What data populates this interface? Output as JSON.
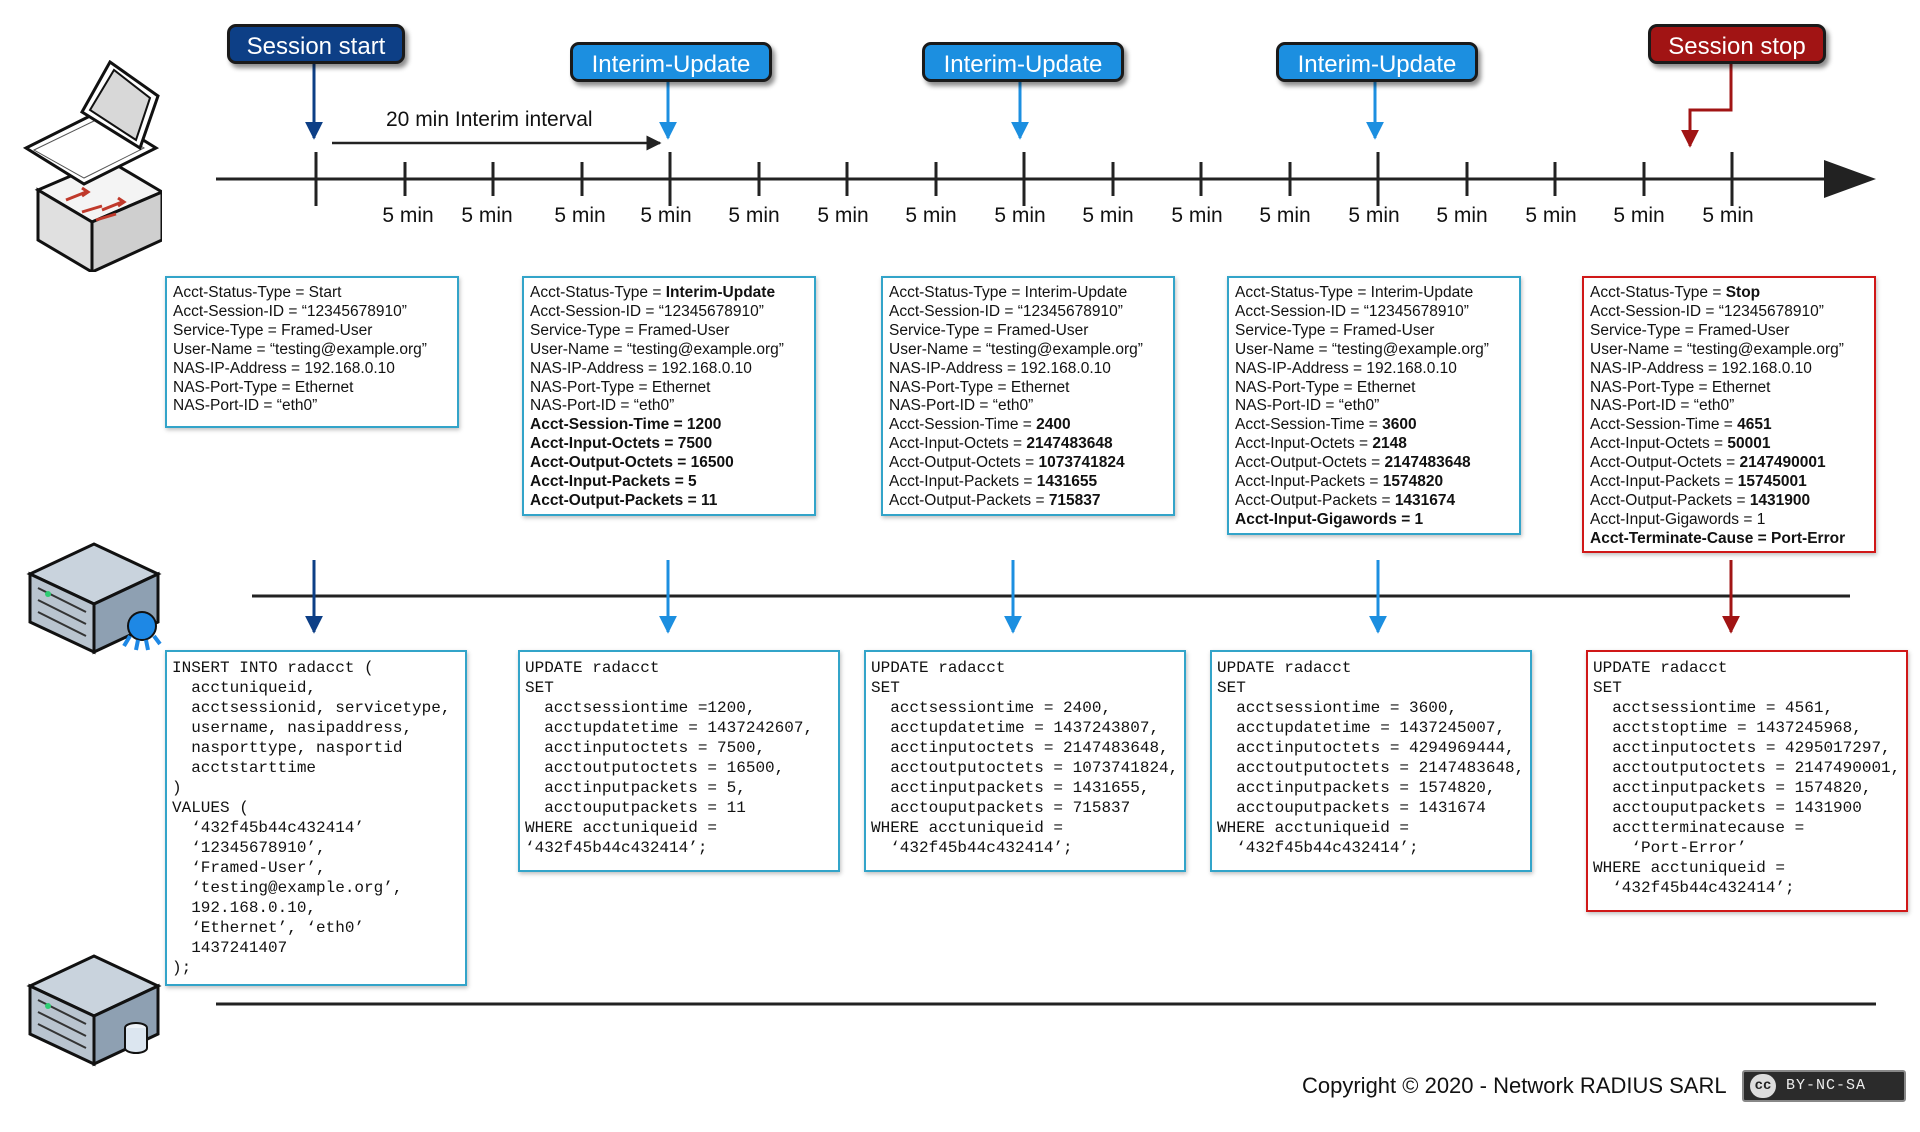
{
  "events": [
    {
      "label": "Session start",
      "kind": "start"
    },
    {
      "label": "Interim-Update",
      "kind": "interim"
    },
    {
      "label": "Interim-Update",
      "kind": "interim"
    },
    {
      "label": "Interim-Update",
      "kind": "interim"
    },
    {
      "label": "Session stop",
      "kind": "stop"
    }
  ],
  "interval_label": "20 min Interim interval",
  "tick_labels": [
    "5 min",
    "5 min",
    "5 min",
    "5 min",
    "5 min",
    "5 min",
    "5 min",
    "5 min",
    "5 min",
    "5 min",
    "5 min",
    "5 min",
    "5 min",
    "5 min",
    "5 min",
    "5 min"
  ],
  "colors": {
    "start": "#0d3f86",
    "interim": "#1c8fe0",
    "stop": "#a11414",
    "box_border": "#33a4c9",
    "stop_border": "#d01818"
  },
  "icons": [
    "nas-laptop-icon",
    "radius-server-icon",
    "database-server-icon"
  ],
  "attribute_boxes": [
    {
      "lines": [
        {
          "t": "Acct-Status-Type = Start"
        },
        {
          "t": "Acct-Session-ID = “12345678910”"
        },
        {
          "t": "Service-Type = Framed-User"
        },
        {
          "t": "User-Name = “testing@example.org”"
        },
        {
          "t": "NAS-IP-Address = 192.168.0.10"
        },
        {
          "t": "NAS-Port-Type = Ethernet"
        },
        {
          "t": "NAS-Port-ID = “eth0”"
        }
      ]
    },
    {
      "lines": [
        {
          "t": "Acct-Status-Type = ",
          "b": "Interim-Update"
        },
        {
          "t": "Acct-Session-ID = “12345678910”"
        },
        {
          "t": "Service-Type = Framed-User"
        },
        {
          "t": "User-Name = “testing@example.org”"
        },
        {
          "t": "NAS-IP-Address = 192.168.0.10"
        },
        {
          "t": "NAS-Port-Type = Ethernet"
        },
        {
          "t": "NAS-Port-ID = “eth0”"
        },
        {
          "t": "",
          "b": "Acct-Session-Time = 1200"
        },
        {
          "t": "",
          "b": "Acct-Input-Octets = 7500"
        },
        {
          "t": "",
          "b": "Acct-Output-Octets = 16500"
        },
        {
          "t": "",
          "b": "Acct-Input-Packets = 5"
        },
        {
          "t": "",
          "b": "Acct-Output-Packets = 11"
        }
      ]
    },
    {
      "lines": [
        {
          "t": "Acct-Status-Type = Interim-Update"
        },
        {
          "t": "Acct-Session-ID = “12345678910”"
        },
        {
          "t": "Service-Type = Framed-User"
        },
        {
          "t": "User-Name = “testing@example.org”"
        },
        {
          "t": "NAS-IP-Address = 192.168.0.10"
        },
        {
          "t": "NAS-Port-Type = Ethernet"
        },
        {
          "t": "NAS-Port-ID = “eth0”"
        },
        {
          "t": "Acct-Session-Time = ",
          "b": "2400"
        },
        {
          "t": "Acct-Input-Octets = ",
          "b": "2147483648"
        },
        {
          "t": "Acct-Output-Octets = ",
          "b": "1073741824"
        },
        {
          "t": "Acct-Input-Packets = ",
          "b": "1431655"
        },
        {
          "t": "Acct-Output-Packets = ",
          "b": "715837"
        }
      ]
    },
    {
      "lines": [
        {
          "t": "Acct-Status-Type = Interim-Update"
        },
        {
          "t": "Acct-Session-ID = “12345678910”"
        },
        {
          "t": "Service-Type = Framed-User"
        },
        {
          "t": "User-Name = “testing@example.org”"
        },
        {
          "t": "NAS-IP-Address = 192.168.0.10"
        },
        {
          "t": "NAS-Port-Type = Ethernet"
        },
        {
          "t": "NAS-Port-ID = “eth0”"
        },
        {
          "t": "Acct-Session-Time = ",
          "b": "3600"
        },
        {
          "t": "Acct-Input-Octets = ",
          "b": "2148"
        },
        {
          "t": "Acct-Output-Octets = ",
          "b": "2147483648"
        },
        {
          "t": "Acct-Input-Packets = ",
          "b": "1574820"
        },
        {
          "t": "Acct-Output-Packets = ",
          "b": "1431674"
        },
        {
          "t": "",
          "b": "Acct-Input-Gigawords = 1"
        }
      ]
    },
    {
      "lines": [
        {
          "t": "Acct-Status-Type = ",
          "b": "Stop"
        },
        {
          "t": "Acct-Session-ID = “12345678910”"
        },
        {
          "t": "Service-Type = Framed-User"
        },
        {
          "t": "User-Name = “testing@example.org”"
        },
        {
          "t": "NAS-IP-Address = 192.168.0.10"
        },
        {
          "t": "NAS-Port-ID = “eth0”",
          "hide": true
        },
        {
          "t": "NAS-Port-Type = Ethernet"
        },
        {
          "t": "NAS-Port-ID = “eth0”"
        },
        {
          "t": "Acct-Session-Time = ",
          "b": "4651"
        },
        {
          "t": "Acct-Input-Octets = ",
          "b": "50001"
        },
        {
          "t": "Acct-Output-Octets = ",
          "b": "2147490001"
        },
        {
          "t": "Acct-Input-Packets = ",
          "b": "15745001"
        },
        {
          "t": "Acct-Output-Packets = ",
          "b": "1431900"
        },
        {
          "t": "Acct-Input-Gigawords = 1"
        },
        {
          "t": "",
          "b": "Acct-Terminate-Cause = Port-Error"
        }
      ]
    }
  ],
  "sql_boxes": [
    {
      "lines": [
        "INSERT INTO radacct (",
        "  acctuniqueid,",
        "  acctsessionid, servicetype,",
        "  username, nasipaddress,",
        "  nasporttype, nasportid",
        "  acctstarttime",
        ")",
        "VALUES (",
        "  ‘432f45b44c432414’",
        "  ‘12345678910’,",
        "  ‘Framed-User’,",
        "  ‘testing@example.org’,",
        "  192.168.0.10,",
        "  ‘Ethernet’, ‘eth0’",
        "  1437241407",
        ");"
      ]
    },
    {
      "lines": [
        "UPDATE radacct",
        "SET",
        "  acctsessiontime =1200,",
        "  acctupdatetime = 1437242607,",
        "  acctinputoctets = 7500,",
        "  acctoutputoctets = 16500,",
        "  acctinputpackets = 5,",
        "  acctouputpackets = 11",
        "WHERE acctuniqueid =",
        "‘432f45b44c432414’;"
      ]
    },
    {
      "lines": [
        "UPDATE radacct",
        "SET",
        "  acctsessiontime = 2400,",
        "  acctupdatetime = 1437243807,",
        "  acctinputoctets = 2147483648,",
        "  acctoutputoctets = 1073741824,",
        "  acctinputpackets = 1431655,",
        "  acctouputpackets = 715837",
        "WHERE acctuniqueid =",
        "  ‘432f45b44c432414’;"
      ]
    },
    {
      "lines": [
        "UPDATE radacct",
        "SET",
        "  acctsessiontime = 3600,",
        "  acctupdatetime = 1437245007,",
        "  acctinputoctets = 4294969444,",
        "  acctoutputoctets = 2147483648,",
        "  acctinputpackets = 1574820,",
        "  acctouputpackets = 1431674",
        "WHERE acctuniqueid =",
        "  ‘432f45b44c432414’;"
      ]
    },
    {
      "lines": [
        "UPDATE radacct",
        "SET",
        "  acctsessiontime = 4561,",
        "  acctstoptime = 1437245968,",
        "  acctinputoctets = 4295017297,",
        "  acctoutputoctets = 2147490001,",
        "  acctinputpackets = 1574820,",
        "  acctouputpackets = 1431900",
        "  acctterminatecause =",
        "    ‘Port-Error’",
        "WHERE acctuniqueid =",
        "  ‘432f45b44c432414’;"
      ]
    }
  ],
  "footer": {
    "copyright": "Copyright © 2020 - Network RADIUS SARL",
    "cc": "cc",
    "license": "BY-NC-SA"
  }
}
